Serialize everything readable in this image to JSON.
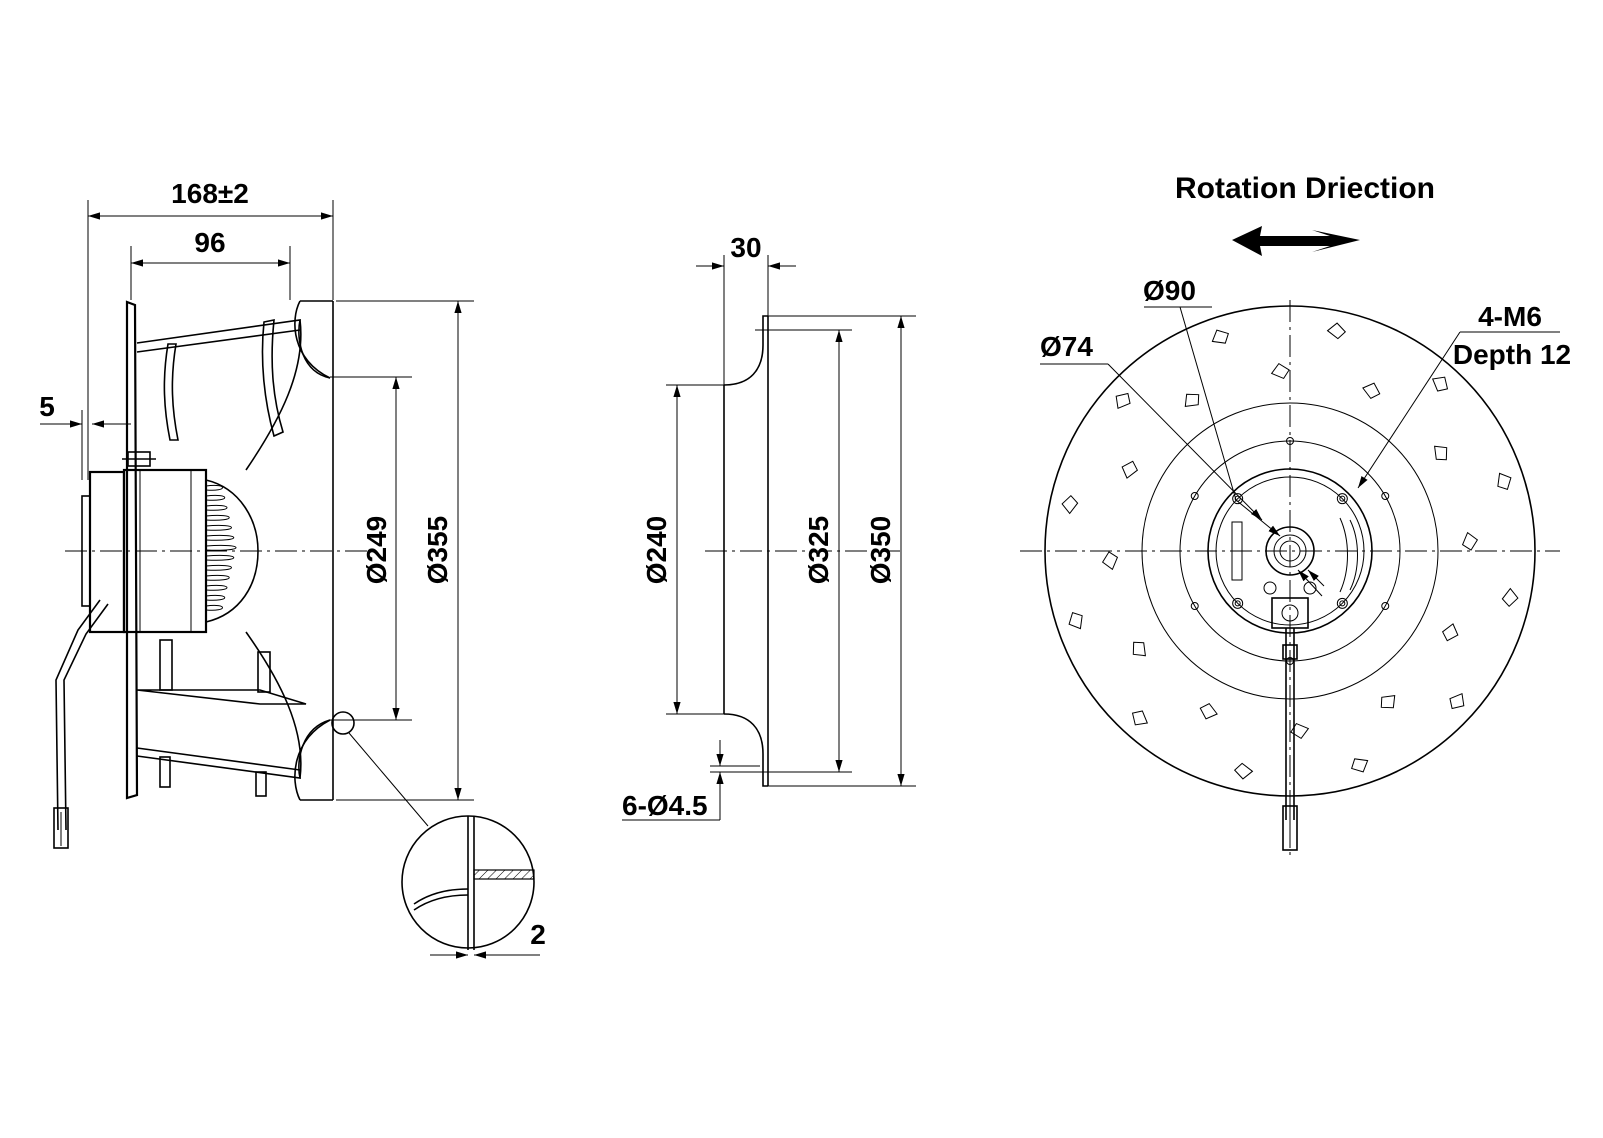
{
  "colors": {
    "line": "#000000",
    "background": "#ffffff"
  },
  "side_view": {
    "overall_length": "168±2",
    "hub_depth": "96",
    "flange_offset": "5",
    "inner_dia": "Ø249",
    "outer_dia": "Ø355",
    "wall_thickness": "2"
  },
  "inlet_ring": {
    "depth": "30",
    "throat_dia": "Ø240",
    "hole_circle_dia": "Ø325",
    "flange_dia": "Ø350",
    "holes": "6-Ø4.5"
  },
  "front_view": {
    "title": "Rotation Driection",
    "bolt_circle_90": "Ø90",
    "bolt_circle_74": "Ø74",
    "threads": "4-M6",
    "thread_depth": "Depth 12",
    "arrow_icon": "rotation-arrow-icon"
  }
}
